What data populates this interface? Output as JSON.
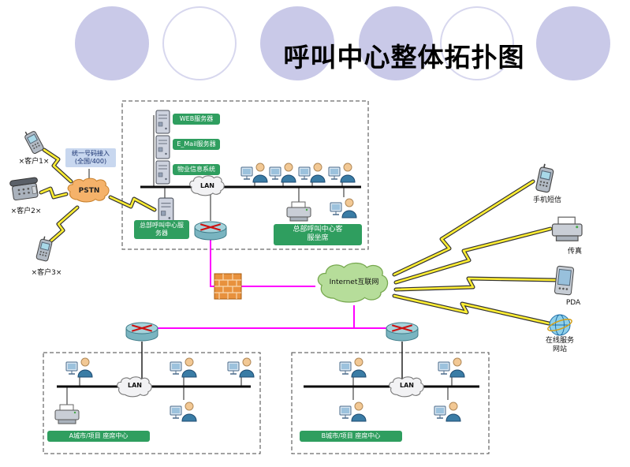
{
  "slide": {
    "title": "呼叫中心整体拓扑图"
  },
  "customers": [
    {
      "label": "×客户1×"
    },
    {
      "label": "×客户2×"
    },
    {
      "label": "×客户3×"
    }
  ],
  "pstn": {
    "cloud_label": "PSTN",
    "access_note": "统一号码接入\n(全国/400)"
  },
  "hq": {
    "servers": [
      {
        "label": "WEB服务器"
      },
      {
        "label": "E_Mail服务器"
      },
      {
        "label": "物业信息系统"
      }
    ],
    "lan_label": "LAN",
    "center_server_label": "总部呼叫中心服\n务器",
    "agents_label": "总部呼叫中心客\n服坐席"
  },
  "internet": {
    "label": "Internet互联网"
  },
  "devices": [
    {
      "label": "手机短信"
    },
    {
      "label": "传真"
    },
    {
      "label": "PDA"
    },
    {
      "label": "在线服务\n网站"
    }
  ],
  "cities": [
    {
      "lan_label": "LAN",
      "label": "A城市/项目 座席中心"
    },
    {
      "lan_label": "LAN",
      "label": "B城市/项目 座席中心"
    }
  ],
  "colors": {
    "link_magenta": "#ff00ff",
    "bolt_yellow": "#ffee33",
    "label_green": "#2f9e5f",
    "pstn_orange": "#f5b26a",
    "internet_green": "#b6dd9a",
    "deco_lavender": "#c9c9e8"
  },
  "icons": [
    "handset-phone-icon",
    "desk-phone-icon",
    "mobile-phone-icon",
    "pstn-cloud",
    "lan-cloud",
    "internet-cloud",
    "server-icon",
    "agent-icon",
    "router-icon",
    "firewall-icon",
    "printer-icon",
    "fax-icon",
    "pda-icon",
    "globe-icon",
    "lightning-bolt-icon"
  ]
}
